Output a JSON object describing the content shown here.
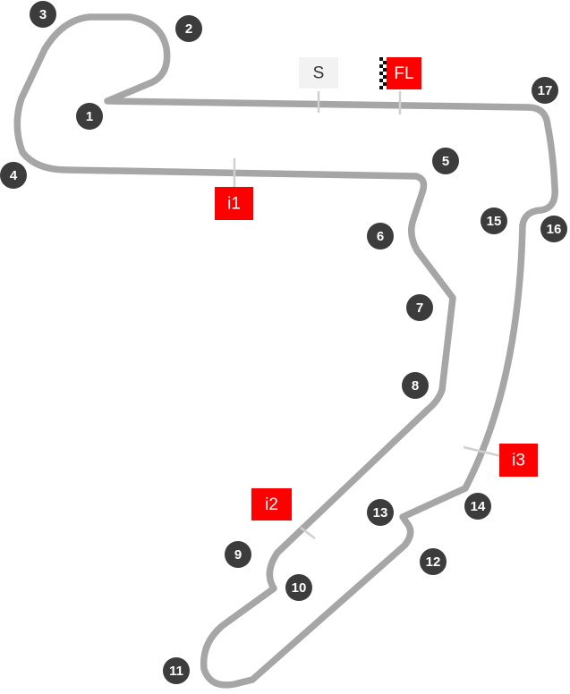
{
  "circuit": {
    "colors": {
      "track": "#a6a6a6",
      "corner_marker": "#3c3c3c",
      "corner_text": "#ffffff",
      "intermediate_box": "#ff0000",
      "intermediate_text": "#ffffff",
      "start_box": "#f2f2f2",
      "start_text": "#333333",
      "marker_line": "#d0d0d0"
    },
    "start_line": {
      "label": "S"
    },
    "finish_line": {
      "label": "FL",
      "icon": "checkered-flag-icon"
    },
    "intermediates": [
      {
        "id": "i1",
        "label": "i1"
      },
      {
        "id": "i2",
        "label": "i2"
      },
      {
        "id": "i3",
        "label": "i3"
      }
    ],
    "corners": [
      "1",
      "2",
      "3",
      "4",
      "5",
      "6",
      "7",
      "8",
      "9",
      "10",
      "11",
      "12",
      "13",
      "14",
      "15",
      "16",
      "17"
    ]
  }
}
